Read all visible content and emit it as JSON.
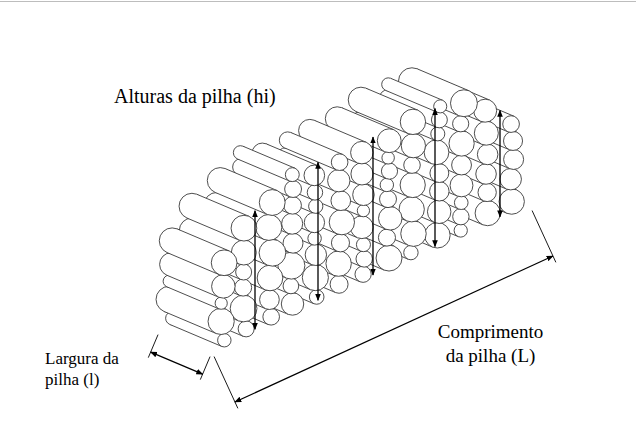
{
  "diagram": {
    "labels": [
      "Alturas da pilha (hi)",
      "Comprimento da pilha (L)",
      "Largura da pilha (l)"
    ]
  }
}
